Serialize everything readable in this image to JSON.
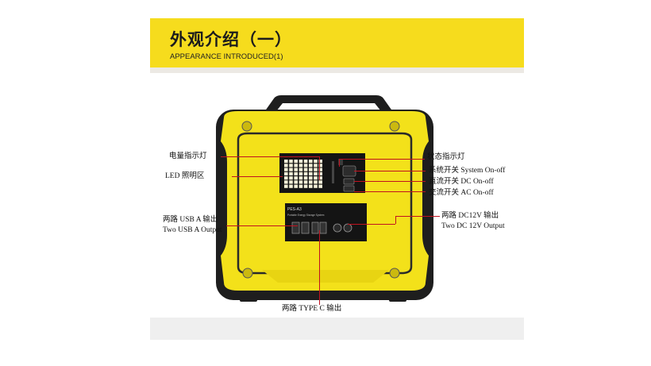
{
  "header": {
    "title_cn": "外观介绍（一）",
    "title_en": "APPEARANCE INTRODUCED(1)"
  },
  "device": {
    "model": "PES-A3",
    "model_sub": "Portable Energy Storage System"
  },
  "labels": {
    "battery_indicator": "电量指示灯",
    "led_area": "LED 照明区",
    "usb_a_cn": "两路 USB A 输出",
    "usb_a_en": "Two USB A Output",
    "type_c": "两路 TYPE C 输出",
    "status_indicator": "状态指示灯",
    "system_switch": "系统开关  System On-off",
    "dc_switch": "直流开关  DC On-off",
    "ac_switch": "交流开关  AC On-off",
    "dc12v_cn": "两路 DC12V 输出",
    "dc12v_en": "Two DC 12V Output"
  },
  "colors": {
    "banner": "#f6dc1d",
    "device_yellow": "#f3e11a",
    "device_black": "#1e1e1e",
    "callout_line": "#c1121f"
  }
}
